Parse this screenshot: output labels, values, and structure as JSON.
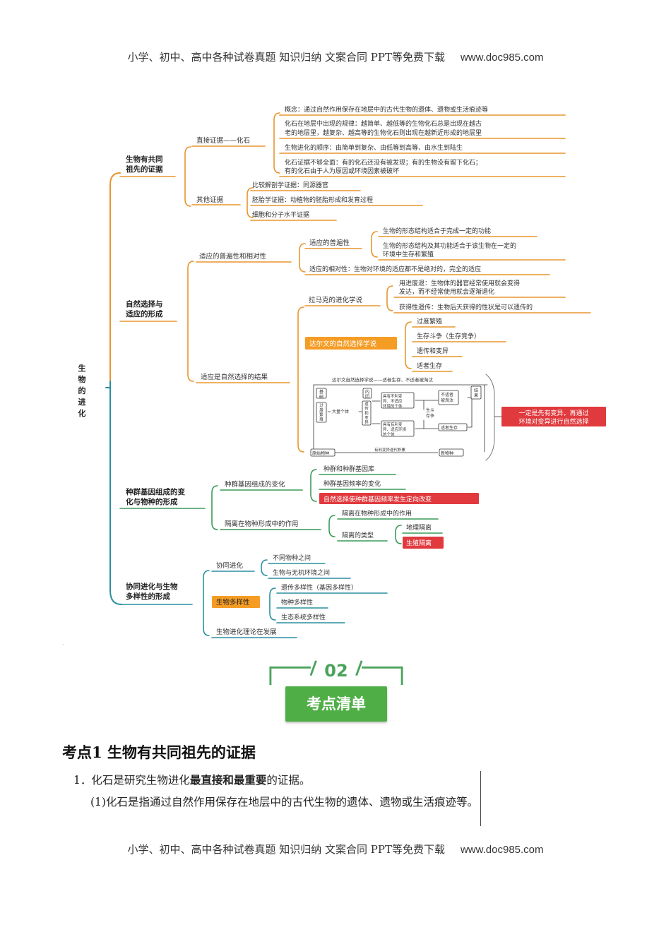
{
  "header": {
    "text": "小学、初中、高中各种试卷真题  知识归纳  文案合同  PPT等免费下载",
    "site": "www.doc985.com"
  },
  "footer": {
    "text": "小学、初中、高中各种试卷真题  知识归纳  文案合同  PPT等免费下载",
    "site": "www.doc985.com"
  },
  "mindmap": {
    "root": "生物的进化",
    "branch1": {
      "title_l1": "生物有共同",
      "title_l2": "祖先的证据",
      "direct": "直接证据——化石",
      "direct_items": [
        "概念：通过自然作用保存在地层中的古代生物的遗体、遗物或生活痕迹等",
        "化石在地层中出现的规律：越简单、越低等的生物化石总是出现在越古",
        "老的地层里，越复杂、越高等的生物化石则出现在越新近形成的地层里",
        "生物进化的顺序：由简单到复杂、由低等到高等、由水生到陆生",
        "化石证据不够全面：有的化石还没有被发现；有的生物没有留下化石；",
        "有的化石由于人为原因或环境因素被破坏"
      ],
      "other": "其他证据",
      "other_items": [
        "比较解剖学证据：同源器官",
        "胚胎学证据：动植物的胚胎形成和发育过程",
        "细胞和分子水平证据"
      ]
    },
    "branch2": {
      "title_l1": "自然选择与",
      "title_l2": "适应的形成",
      "adapt": "适应的普遍性和相对性",
      "adapt_univ": "适应的普遍性",
      "adapt_univ_items": [
        "生物的形态结构适合于完成一定的功能",
        "生物的形态结构及其功能适合于该生物在一定的",
        "环境中生存和繁殖"
      ],
      "adapt_rel": "适应的相对性：生物对环境的适应都不是绝对的，完全的适应",
      "result": "适应是自然选择的结果",
      "lamarck": "拉马克的进化学说",
      "lamarck_items": [
        "用进废退：生物体的器官经常使用就会变得",
        "发达，而不经常使用就会逐渐退化",
        "获得性遗传：生物后天获得的性状是可以遗传的"
      ],
      "darwin": "达尔文的自然选择学说",
      "darwin_items": [
        "过度繁殖",
        "生存斗争（生存竞争）",
        "遗传和变异",
        "适者生存"
      ],
      "diagram": {
        "top": "达尔文自然选择学说——适者生存、不适者被淘汰",
        "basis": [
          "基",
          "础"
        ],
        "over": [
          "过",
          "度",
          "繁",
          "殖"
        ],
        "internal": [
          "内",
          "因"
        ],
        "variation": [
          "遗",
          "传",
          "和",
          "变",
          "异"
        ],
        "many": "大量个体",
        "bad": [
          "具有不利变",
          "异、不适应",
          "环境的个体"
        ],
        "good": [
          "具有有利变",
          "异、适应环境",
          "的个体"
        ],
        "struggle": [
          "生斗",
          "存争"
        ],
        "eliminated": [
          "不适者",
          "被淘汰"
        ],
        "survivor": "适者生存",
        "result": [
          "结",
          "果"
        ],
        "original": "原始物种",
        "accum": "有利变异逐代积累",
        "new": "新物种"
      },
      "callout": [
        "一定是先有变异，再通过",
        "环境对变异进行自然选择"
      ]
    },
    "branch3": {
      "title_l1": "种群基因组成的变",
      "title_l2": "化与物种的形成",
      "gene_change": "种群基因组成的变化",
      "gene_items": [
        "种群和种群基因库",
        "种群基因频率的变化",
        "自然选择使种群基因频率发生定向改变"
      ],
      "isolation": "隔离在物种形成中的作用",
      "iso_role": "隔离在物种形成中的作用",
      "iso_types": "隔离的类型",
      "iso_type_items": [
        "地理隔离",
        "生殖隔离"
      ]
    },
    "branch4": {
      "title_l1": "协同进化与生物",
      "title_l2": "多样性的形成",
      "coevo": "协同进化",
      "coevo_items": [
        "不同物种之间",
        "生物与无机环境之间"
      ],
      "diversity": "生物多样性",
      "diversity_items": [
        "遗传多样性（基因多样性）",
        "物种多样性",
        "生态系统多样性"
      ],
      "theory": "生物进化理论在发展"
    }
  },
  "banner": {
    "number": "02",
    "label": "考点清单"
  },
  "section": {
    "title": "考点1  生物有共同祖先的证据",
    "p1_a": "1．化石是研究生物进化",
    "p1_b": "最直接和最重要",
    "p1_c": "的证据。",
    "p2": "(1)化石是指通过自然作用保存在地层中的古代生物的遗体、遗物或生活痕迹等。"
  },
  "colors": {
    "blue": "#2f6fb0",
    "orange": "#e8962e",
    "green": "#3a9b58",
    "teal": "#2a8fa0",
    "red": "#e03a3e"
  }
}
